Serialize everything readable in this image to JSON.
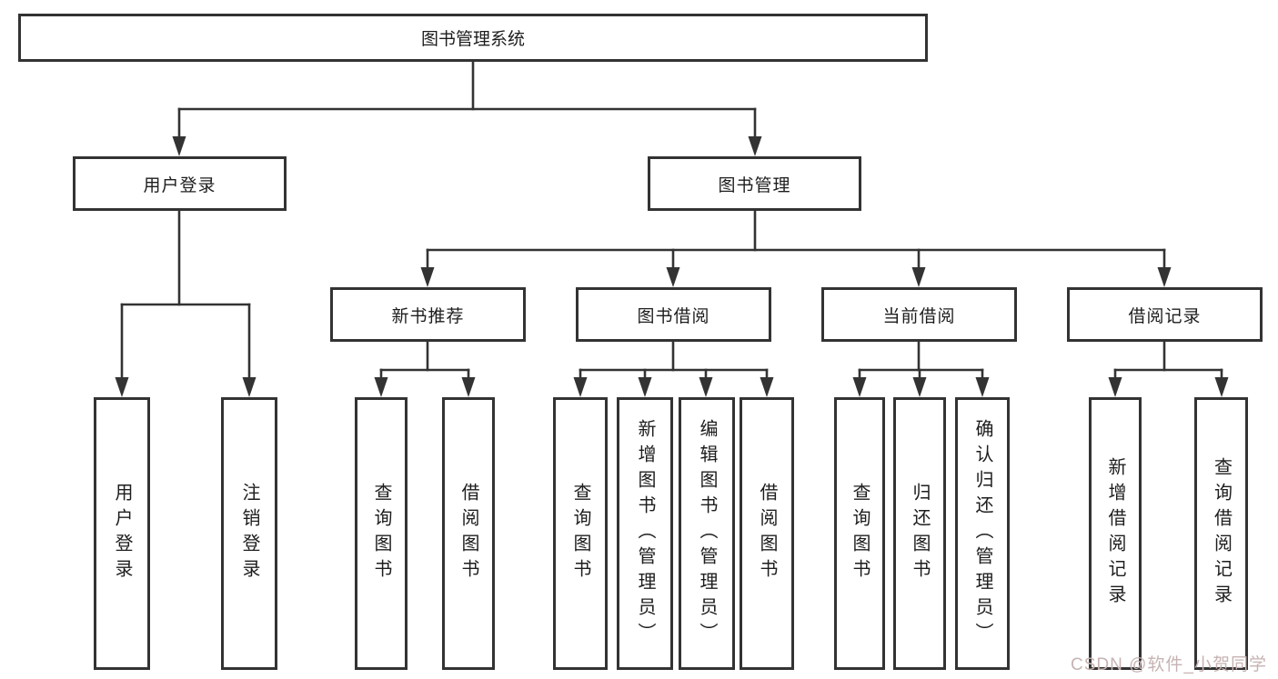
{
  "diagram": {
    "root": {
      "label": "图书管理系统"
    },
    "level1": {
      "user_login": {
        "label": "用户登录"
      },
      "book_management": {
        "label": "图书管理"
      }
    },
    "level2": {
      "new_book_recommend": {
        "label": "新书推荐"
      },
      "book_borrow": {
        "label": "图书借阅"
      },
      "current_borrow": {
        "label": "当前借阅"
      },
      "borrow_record": {
        "label": "借阅记录"
      }
    },
    "leaves": {
      "user_login": [
        "用户登录",
        "注销登录"
      ],
      "new_book_recommend": [
        "查询图书",
        "借阅图书"
      ],
      "book_borrow": [
        "查询图书",
        "新增图书（管理员）",
        "编辑图书（管理员）",
        "借阅图书"
      ],
      "current_borrow": [
        "查询图书",
        "归还图书",
        "确认归还（管理员）"
      ],
      "borrow_record": [
        "新增借阅记录",
        "查询借阅记录"
      ]
    }
  },
  "watermark": {
    "text": "CSDN @软件_小贺同学"
  },
  "colors": {
    "line": "#333333",
    "border": "#333333",
    "text": "#1d1d1f",
    "watermark": "#c7b3b3",
    "background": "#ffffff"
  }
}
